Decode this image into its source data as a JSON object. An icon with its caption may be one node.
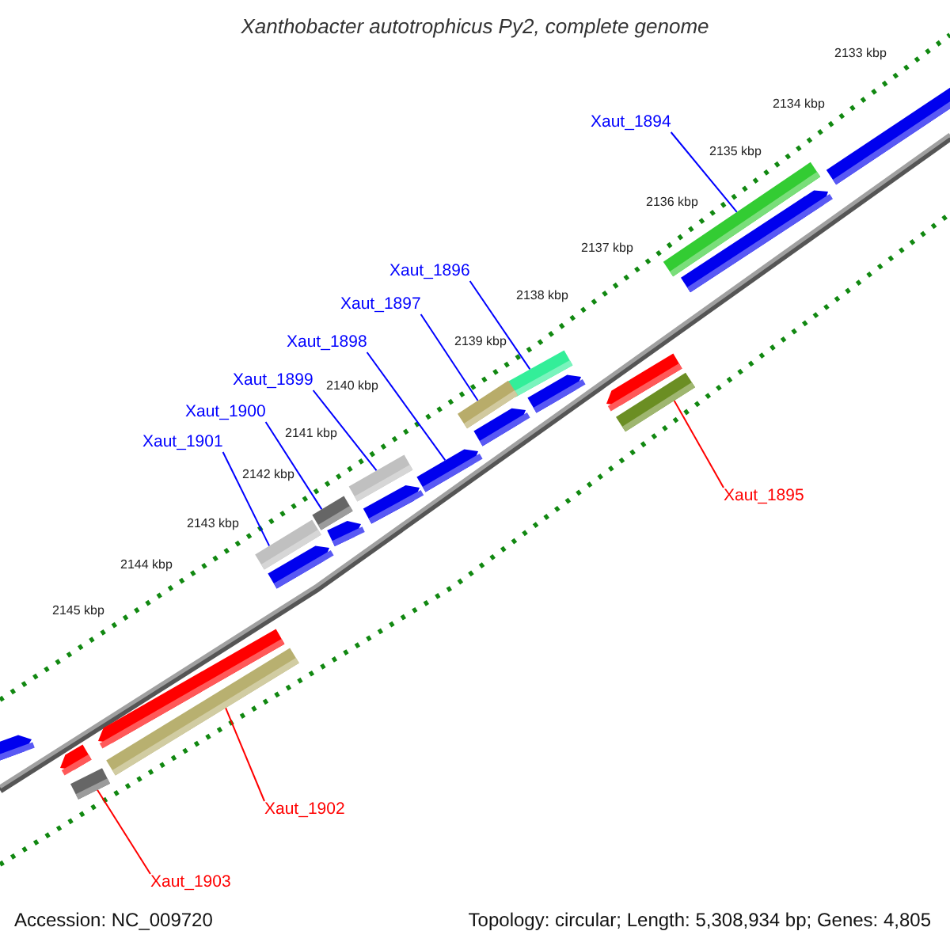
{
  "diagram": {
    "title": "Xanthobacter autotrophicus Py2, complete genome",
    "nodes": [
      {
        "text": [
          "Xaut_1894"
        ]
      },
      {
        "text": [
          "Xaut_1896"
        ]
      },
      {
        "text": [
          "Xaut_1897"
        ]
      },
      {
        "text": [
          "Xaut_1898"
        ]
      },
      {
        "text": [
          "Xaut_1899"
        ]
      },
      {
        "text": [
          "Xaut_1900"
        ]
      },
      {
        "text": [
          "Xaut_1901"
        ]
      },
      {
        "text": [
          "Xaut_1895"
        ]
      },
      {
        "text": [
          "Xaut_1902"
        ]
      },
      {
        "text": [
          "Xaut_1903"
        ]
      },
      {
        "text": [],
        "shape": "bar"
      },
      {
        "text": [],
        "shape": "bar"
      },
      {
        "text": [],
        "shape": "bar"
      },
      {
        "text": [],
        "shape": "bar"
      },
      {
        "text": [],
        "shape": "bar"
      },
      {
        "text": [],
        "shape": "bar"
      },
      {
        "text": [],
        "shape": "bar"
      },
      {
        "text": [],
        "shape": "bar"
      },
      {
        "text": [],
        "shape": "bar"
      },
      {
        "text": [],
        "shape": "bar"
      }
    ],
    "edges": [
      {
        "from": 0,
        "to": 10,
        "arrow": "none"
      },
      {
        "from": 1,
        "to": 11,
        "arrow": "none"
      },
      {
        "from": 2,
        "to": 12,
        "arrow": "none"
      },
      {
        "from": 3,
        "to": 13,
        "arrow": "none"
      },
      {
        "from": 4,
        "to": 14,
        "arrow": "none"
      },
      {
        "from": 5,
        "to": 15,
        "arrow": "none"
      },
      {
        "from": 6,
        "to": 16,
        "arrow": "none"
      },
      {
        "from": 7,
        "to": 17,
        "arrow": "none",
        "color": "#ff0000"
      },
      {
        "from": 8,
        "to": 18,
        "arrow": "none",
        "color": "#ff0000"
      },
      {
        "from": 9,
        "to": 19,
        "arrow": "none",
        "color": "#ff0000"
      }
    ],
    "labels": [
      "2133 kbp",
      "2134 kbp",
      "2135 kbp",
      "2136 kbp",
      "2137 kbp",
      "2138 kbp",
      "2139 kbp",
      "2140 kbp",
      "2141 kbp",
      "2142 kbp",
      "2143 kbp",
      "2144 kbp",
      "2145 kbp",
      "Accession: NC_009720",
      "Topology: circular; Length: 5,308,934 bp; Genes: 4,805"
    ]
  }
}
